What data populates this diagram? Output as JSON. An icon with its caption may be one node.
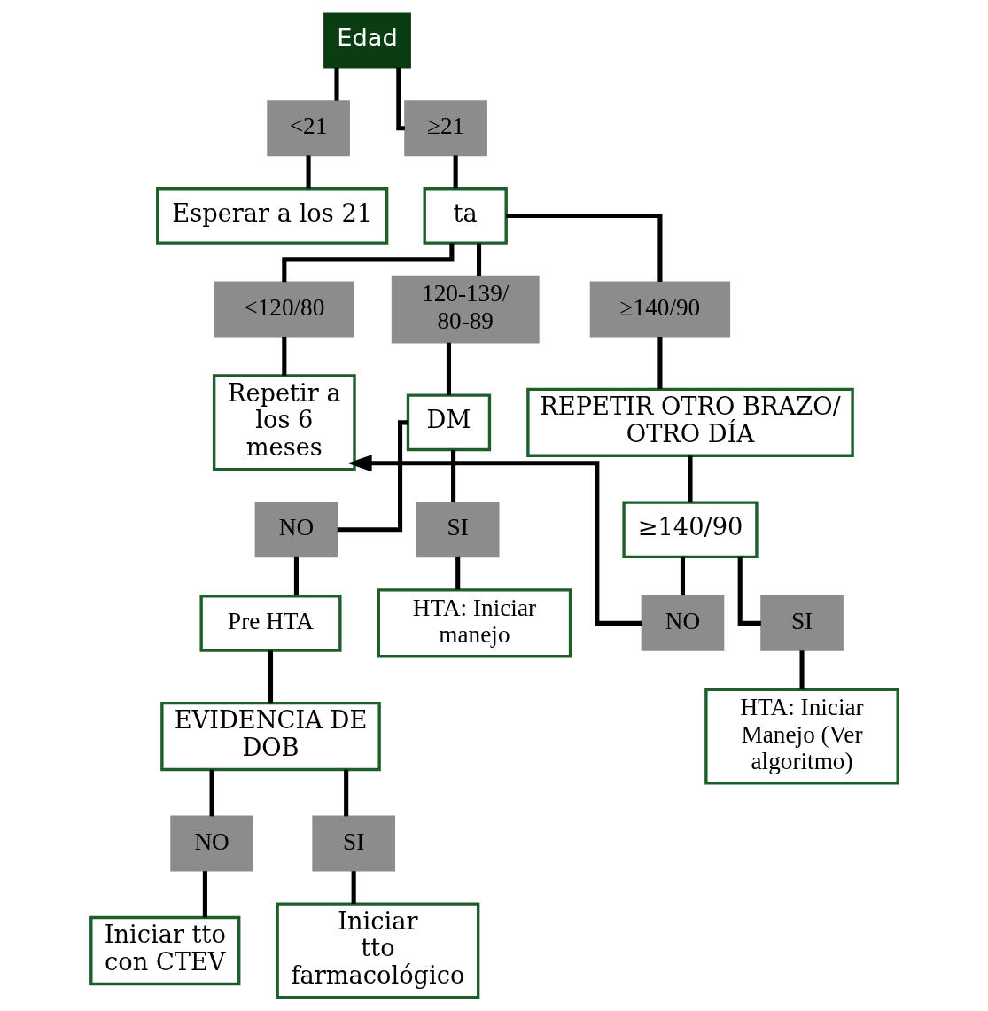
{
  "diagram": {
    "nodes": [
      {
        "text": [
          "Edad"
        ]
      },
      {
        "text": [
          "<21"
        ]
      },
      {
        "text": [
          "≥21"
        ]
      },
      {
        "text": [
          "Esperar a los 21"
        ]
      },
      {
        "text": [
          "ta"
        ]
      },
      {
        "text": [
          "<120/80"
        ]
      },
      {
        "text": [
          "120-139/ 80-89"
        ]
      },
      {
        "text": [
          "≥140/90"
        ]
      },
      {
        "text": [
          "Repetir a los 6 meses"
        ]
      },
      {
        "text": [
          "DM"
        ]
      },
      {
        "text": [
          "REPETIR OTRO BRAZO/ OTRO DÍA"
        ]
      },
      {
        "text": [
          "NO"
        ]
      },
      {
        "text": [
          "SI"
        ]
      },
      {
        "text": [
          "Pre HTA"
        ]
      },
      {
        "text": [
          "HTA: Iniciar manejo"
        ]
      },
      {
        "text": [
          "≥140/90"
        ]
      },
      {
        "text": [
          "EVIDENCIA DE DOB"
        ]
      },
      {
        "text": [
          "NO"
        ]
      },
      {
        "text": [
          "SI"
        ]
      },
      {
        "text": [
          "NO"
        ]
      },
      {
        "text": [
          "SI"
        ]
      },
      {
        "text": [
          "Iniciar tto con CTEV"
        ]
      },
      {
        "text": [
          "Iniciar tto farmacológico"
        ]
      },
      {
        "text": [
          "HTA: Iniciar Manejo (Ver algoritmo)"
        ]
      }
    ],
    "edges": [
      {
        "from": 0,
        "to": 1,
        "arrow": "none"
      },
      {
        "from": 0,
        "to": 2,
        "arrow": "none"
      },
      {
        "from": 1,
        "to": 3,
        "arrow": "none"
      },
      {
        "from": 2,
        "to": 4,
        "arrow": "none"
      },
      {
        "from": 4,
        "to": 5,
        "arrow": "none"
      },
      {
        "from": 4,
        "to": 6,
        "arrow": "none"
      },
      {
        "from": 4,
        "to": 7,
        "arrow": "none"
      },
      {
        "from": 5,
        "to": 8,
        "arrow": "none"
      },
      {
        "from": 6,
        "to": 9,
        "arrow": "none"
      },
      {
        "from": 7,
        "to": 10,
        "arrow": "none"
      },
      {
        "from": 9,
        "to": 11,
        "arrow": "none"
      },
      {
        "from": 9,
        "to": 12,
        "arrow": "none"
      },
      {
        "from": 11,
        "to": 13,
        "arrow": "none"
      },
      {
        "from": 12,
        "to": 14,
        "arrow": "none"
      },
      {
        "from": 10,
        "to": 15,
        "arrow": "none"
      },
      {
        "from": 13,
        "to": 16,
        "arrow": "none"
      },
      {
        "from": 16,
        "to": 17,
        "arrow": "none"
      },
      {
        "from": 16,
        "to": 18,
        "arrow": "none"
      },
      {
        "from": 15,
        "to": 19,
        "arrow": "none"
      },
      {
        "from": 15,
        "to": 20,
        "arrow": "none"
      },
      {
        "from": 17,
        "to": 21,
        "arrow": "none"
      },
      {
        "from": 18,
        "to": 22,
        "arrow": "none"
      },
      {
        "from": 20,
        "to": 23,
        "arrow": "none"
      },
      {
        "from": 19,
        "to": 8,
        "arrow": "to"
      }
    ]
  }
}
